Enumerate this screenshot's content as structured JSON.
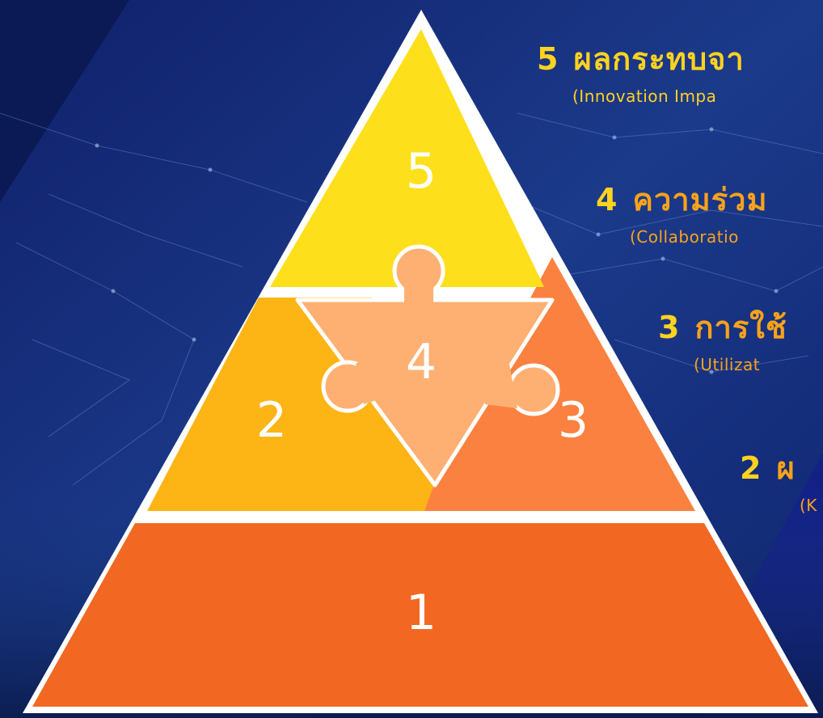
{
  "colors": {
    "level1": "#f26722",
    "level2": "#fdb515",
    "level3": "#fb8140",
    "level4": "#feb072",
    "level5": "#fedf1c",
    "label_yellow": "#ffd21f",
    "label_orange": "#fba21a",
    "background_dark": "#0d1c5c",
    "background_light": "#1c3f8e"
  },
  "pyramid": {
    "segments": [
      {
        "id": "1",
        "label": "1"
      },
      {
        "id": "2",
        "label": "2"
      },
      {
        "id": "3",
        "label": "3"
      },
      {
        "id": "4",
        "label": "4"
      },
      {
        "id": "5",
        "label": "5"
      }
    ]
  },
  "labels": [
    {
      "number": "5",
      "title": "ผลกระทบจา",
      "subtitle": "(Innovation Impa"
    },
    {
      "number": "4",
      "title": "ความร่วม",
      "subtitle": "(Collaboratio"
    },
    {
      "number": "3",
      "title": "การใช้",
      "subtitle": "(Utilizat"
    },
    {
      "number": "2",
      "title": "ผ",
      "subtitle": "(K"
    }
  ]
}
